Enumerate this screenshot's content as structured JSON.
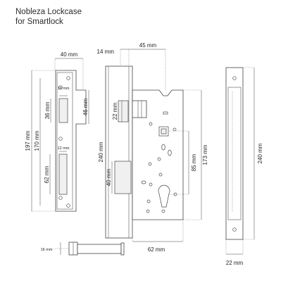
{
  "title": {
    "line1": "Nobleza Lockcase",
    "line2": "for Smartlock"
  },
  "dimensions": {
    "strike_width": "40 mm",
    "latch_slot_width": "13 mm",
    "latch_slot_height": "36 mm",
    "latch_plate_height": "46 mm",
    "strike_height_outer": "197 mm",
    "strike_height_inner": "170 mm",
    "bolt_slot_width": "12 mm",
    "bolt_slot_height": "62 mm",
    "faceplate_offset": "14 mm",
    "backset": "45 mm",
    "latch_height": "22 mm",
    "faceplate_length": "240 mm",
    "bolt_height": "40 mm",
    "case_height": "173 mm",
    "spindle_to_cylinder": "85 mm",
    "case_depth": "62 mm",
    "bolt_throw": "16 mm",
    "side_faceplate_length": "240 mm",
    "side_faceplate_width": "22 mm"
  }
}
